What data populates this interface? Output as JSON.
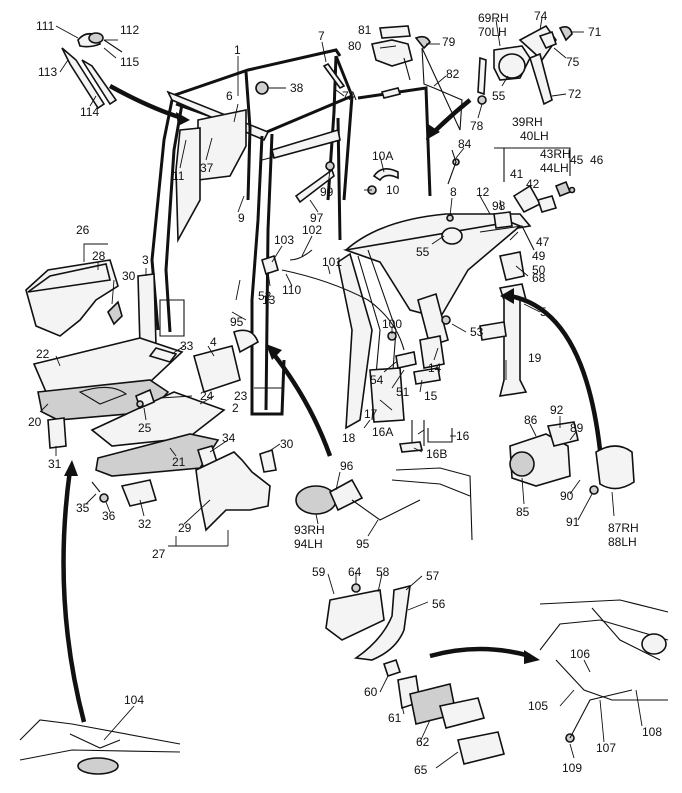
{
  "labels": {
    "l1": "1",
    "l2": "2",
    "l3": "3",
    "l4": "4",
    "l5": "5",
    "l6": "6",
    "l7": "7",
    "l7a": "7A",
    "l8": "8",
    "l9": "9",
    "l10": "10",
    "l10a": "10A",
    "l11": "11",
    "l12": "12",
    "l13": "13",
    "l14": "14",
    "l15": "15",
    "l16": "16",
    "l16a": "16A",
    "l16b": "16B",
    "l17": "17",
    "l18": "18",
    "l19": "19",
    "l20": "20",
    "l21": "21",
    "l22": "22",
    "l23": "23",
    "l24": "24",
    "l25": "25",
    "l26": "26",
    "l27": "27",
    "l28": "28",
    "l29": "29",
    "l30a": "30",
    "l30b": "30",
    "l31": "31",
    "l32": "32",
    "l33": "33",
    "l34": "34",
    "l35": "35",
    "l36": "36",
    "l37": "37",
    "l38": "38",
    "l39": "39",
    "l39s": "RH",
    "l40": "40",
    "l40s": "LH",
    "l41": "41",
    "l42": "42",
    "l43": "43",
    "l43s": "RH",
    "l44": "44",
    "l44s": "LH",
    "l45": "45",
    "l46": "46",
    "l47": "47",
    "l49": "49",
    "l50": "50",
    "l51": "51",
    "l52": "52",
    "l53": "53",
    "l54": "54",
    "l55a": "55",
    "l55b": "55",
    "l56": "56",
    "l57": "57",
    "l58": "58",
    "l59": "59",
    "l60": "60",
    "l61": "61",
    "l62": "62",
    "l64": "64",
    "l65": "65",
    "l68": "68",
    "l69": "69",
    "l69s": "RH",
    "l70": "70",
    "l70s": "LH",
    "l71": "71",
    "l72": "72",
    "l74": "74",
    "l75": "75",
    "l78": "78",
    "l79": "79",
    "l80": "80",
    "l81": "81",
    "l82": "82",
    "l84": "84",
    "l85": "85",
    "l86": "86",
    "l87": "87",
    "l87s": "RH",
    "l88": "88",
    "l88s": "LH",
    "l89": "89",
    "l90": "90",
    "l91": "91",
    "l92": "92",
    "l93": "93",
    "l93s": "RH",
    "l94": "94",
    "l94s": "LH",
    "l95a": "95",
    "l95b": "95",
    "l96": "96",
    "l97": "97",
    "l98": "98",
    "l99": "99",
    "l100": "100",
    "l101": "101",
    "l102": "102",
    "l103": "103",
    "l104": "104",
    "l105": "105",
    "l106": "106",
    "l107": "107",
    "l108": "108",
    "l109": "109",
    "l110": "110",
    "l111": "111",
    "l112": "112",
    "l113": "113",
    "l114": "114",
    "l115": "115"
  }
}
